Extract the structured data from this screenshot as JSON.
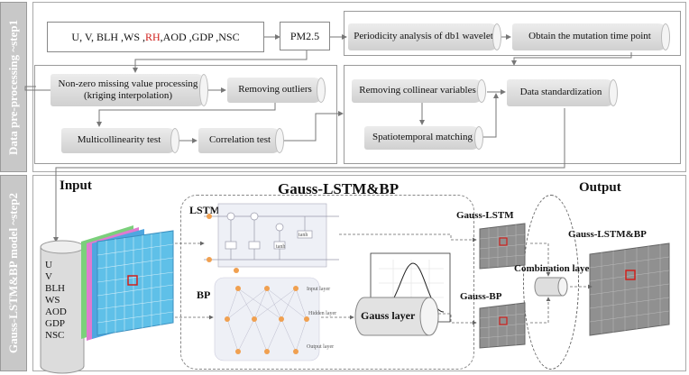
{
  "step1": {
    "side_label": "Data pre-processing ~step1",
    "variables_parts": [
      "U, V,  BLH ,WS ,",
      "RH",
      " ,AOD ,GDP ,NSC"
    ],
    "target": "PM2.5",
    "periodicity": "Periodicity analysis of db1 wavelet",
    "mutation": "Obtain the mutation time point",
    "missing": "Non-zero missing value processing (kriging interpolation)",
    "outliers": "Removing outliers",
    "multicollinearity": "Multicollinearity test",
    "correlation": "Correlation test",
    "collinear": "Removing collinear variables",
    "standardization": "Data standardization",
    "matching": "Spatiotemporal matching"
  },
  "step2": {
    "side_label": "Gauss-LSTM&BP  model ~step2",
    "input_title": "Input",
    "model_title": "Gauss-LSTM&BP",
    "output_title": "Output",
    "input_vars": [
      "U",
      "V",
      "BLH",
      "WS",
      "AOD",
      "GDP",
      "NSC"
    ],
    "lstm_label": "LSTM",
    "bp_label": "BP",
    "lstm_nodes": [
      "tanh",
      "tanh"
    ],
    "bp_layers": [
      "Input layer",
      "Hidden layer",
      "Output layer"
    ],
    "gauss_layer": "Gauss layer",
    "gauss_lstm": "Gauss-LSTM",
    "gauss_bp": "Gauss-BP",
    "combination": "Combination layer",
    "final_output": "Gauss-LSTM&BP"
  },
  "colors": {
    "highlight": "#d0201c",
    "sidebar": "#c8c8c8",
    "node": "#f0a050"
  }
}
